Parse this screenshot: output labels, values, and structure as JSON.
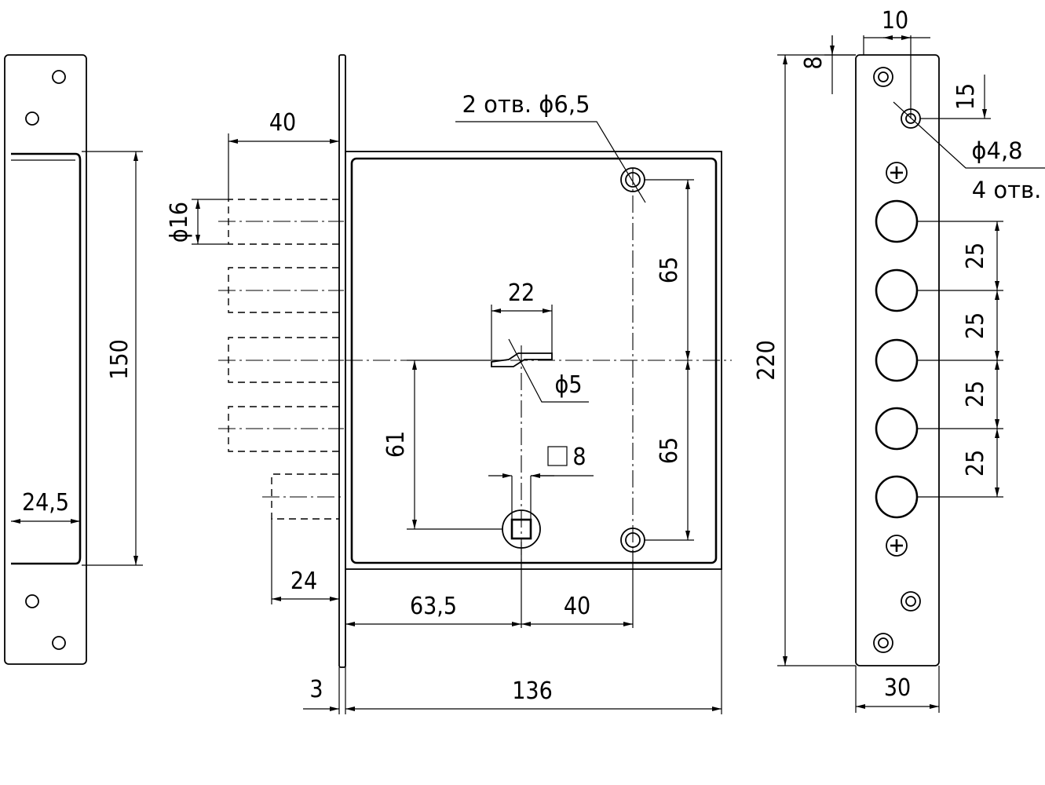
{
  "drawing": {
    "strike_plate": {
      "height_dim": "150",
      "width_dim": "24,5"
    },
    "lock_body": {
      "bolt_depth": "40",
      "bolt_diameter": "ϕ16",
      "latch_depth": "24",
      "faceplate_thickness": "3",
      "body_width": "136",
      "backset": "63,5",
      "spindle_to_hole": "40",
      "mount_holes_note": "2 отв. ϕ6,5",
      "keyhole_width": "22",
      "keyhole_pin": "ϕ5",
      "spindle_square": "8",
      "keyhole_to_spindle": "61",
      "upper_hole_spacing": "65",
      "lower_hole_spacing": "65"
    },
    "faceplate": {
      "total_height": "220",
      "width": "30",
      "hole_offset_x": "10",
      "top_offset": "8",
      "second_hole_offset": "15",
      "screw_diameter": "ϕ4,8",
      "screw_count": "4 отв.",
      "bolt_pitch_1": "25",
      "bolt_pitch_2": "25",
      "bolt_pitch_3": "25",
      "bolt_pitch_4": "25"
    }
  }
}
